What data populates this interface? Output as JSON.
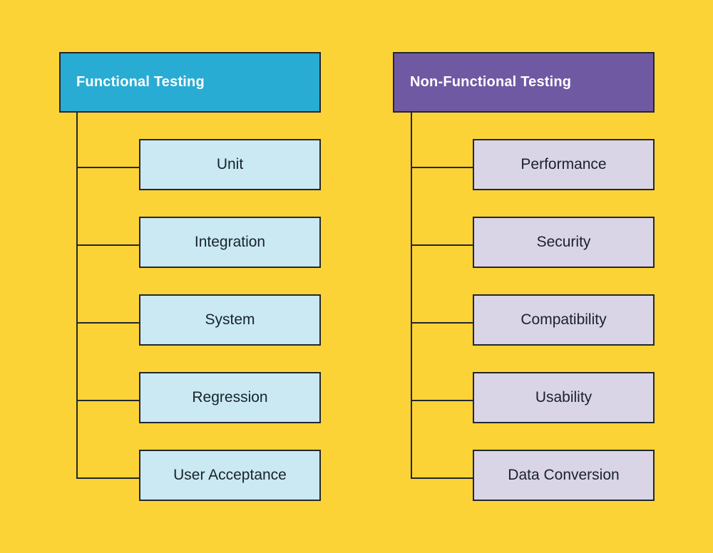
{
  "canvas": {
    "background_color": "#FCD337",
    "connector_color": "#23272F"
  },
  "functional": {
    "title": "Functional Testing",
    "header_color": "#29ACD4",
    "header_text_color": "#FFFFFF",
    "child_color": "#CAE9F2",
    "child_text_color": "#18222C",
    "children": [
      "Unit",
      "Integration",
      "System",
      "Regression",
      "User Acceptance"
    ]
  },
  "non_functional": {
    "title": "Non-Functional Testing",
    "header_color": "#6F59A3",
    "header_text_color": "#FFFFFF",
    "child_color": "#D9D4E6",
    "child_text_color": "#18222C",
    "children": [
      "Performance",
      "Security",
      "Compatibility",
      "Usability",
      "Data Conversion"
    ]
  }
}
